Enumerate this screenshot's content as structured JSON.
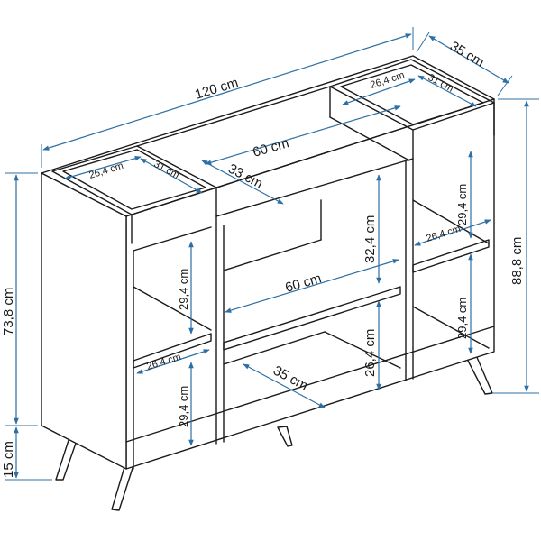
{
  "dimensions": {
    "total_width": "120 cm",
    "total_depth": "35 cm",
    "total_height": "88,8 cm",
    "body_height": "73,8 cm",
    "leg_height": "15 cm",
    "top_left_box_width": "26,4 cm",
    "top_left_box_depth": "31 cm",
    "top_right_box_width": "26,4 cm",
    "top_right_box_depth": "31 cm",
    "top_open_width": "60 cm",
    "top_open_depth": "33 cm",
    "center_upper_height": "32,4 cm",
    "center_shelf_width": "60 cm",
    "center_lower_height": "26,4 cm",
    "center_bottom_depth": "35 cm",
    "left_upper_height": "29,4 cm",
    "left_shelf_width": "26,4 cm",
    "left_lower_height": "29,4 cm",
    "right_upper_height": "29,4 cm",
    "right_shelf_width": "26,4 cm",
    "right_lower_height": "29,4 cm"
  },
  "colors": {
    "outline": "#1a1a1a",
    "dimension": "#2d6fa3",
    "background": "#ffffff"
  }
}
